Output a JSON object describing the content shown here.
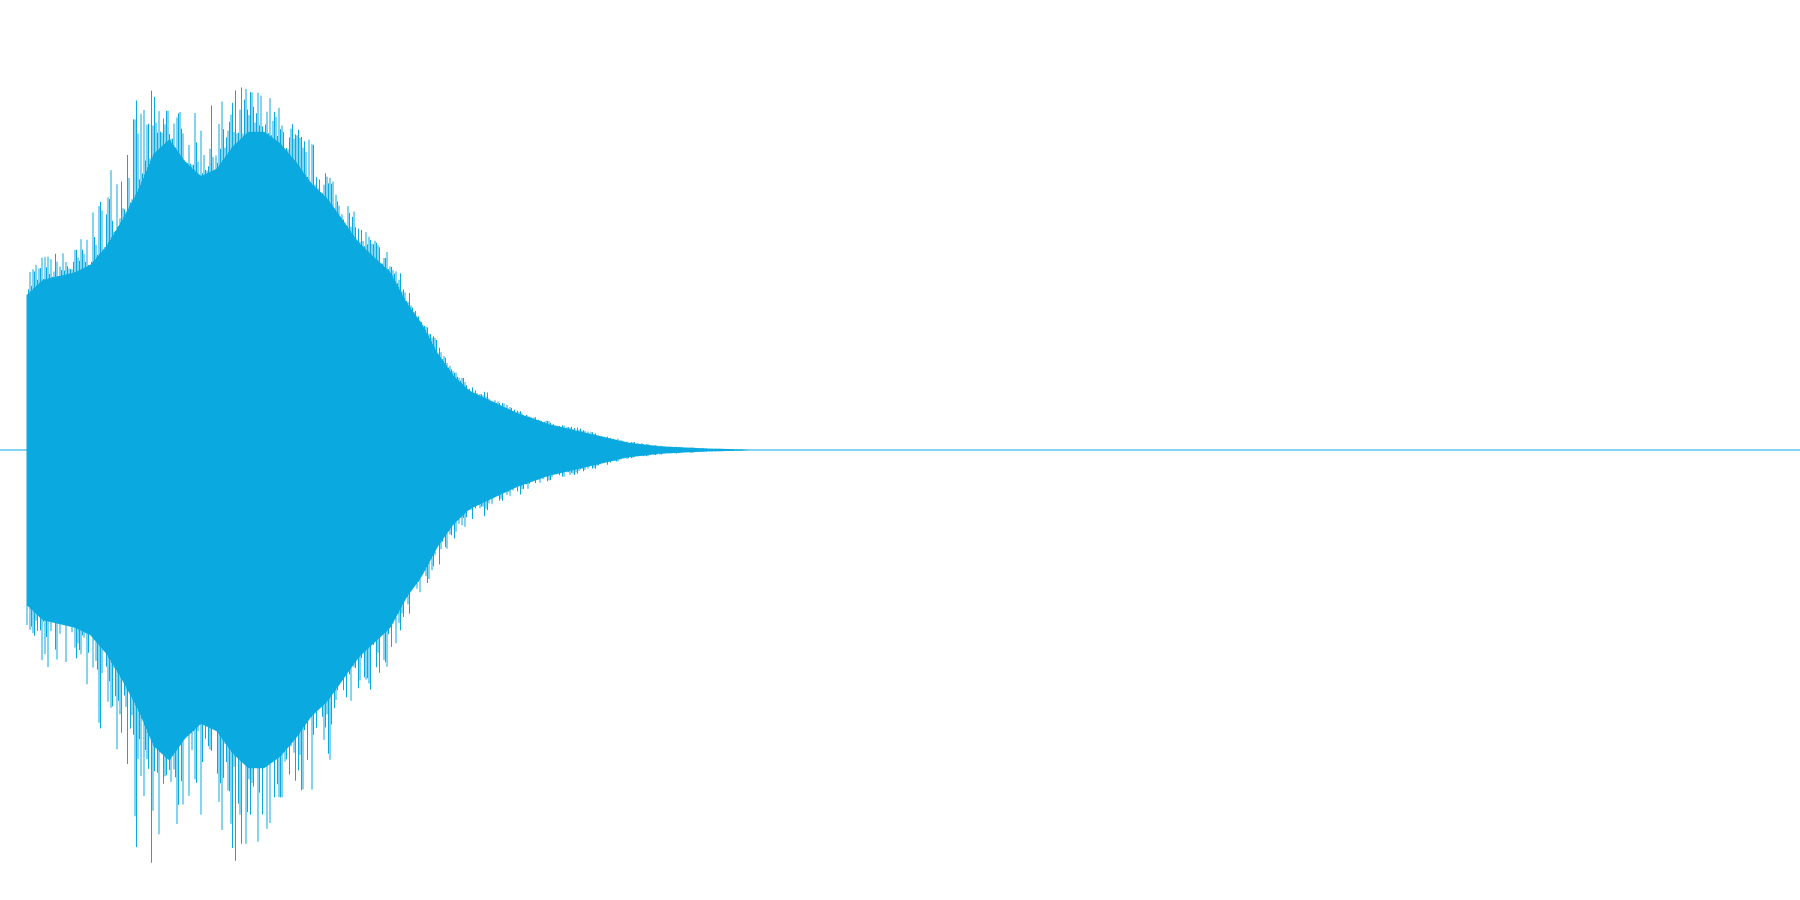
{
  "chart_data": {
    "type": "area",
    "color": "#0aaae1",
    "xlim": [
      0,
      1
    ],
    "ylim": [
      -1,
      1
    ],
    "baseline": 0,
    "series": [
      {
        "values": [
          0.42,
          0.46,
          0.47,
          0.48,
          0.5,
          0.55,
          0.62,
          0.7,
          0.8,
          0.84,
          0.78,
          0.74,
          0.76,
          0.82,
          0.86,
          0.86,
          0.83,
          0.78,
          0.72,
          0.68,
          0.62,
          0.56,
          0.52,
          0.48,
          0.4,
          0.34,
          0.26,
          0.2,
          0.16,
          0.14,
          0.12,
          0.1,
          0.085,
          0.07,
          0.06,
          0.05,
          0.04,
          0.03,
          0.02,
          0.015,
          0.01,
          0.008,
          0.006,
          0.004,
          0.003,
          0.002,
          0.001,
          0.0
        ],
        "peaks": [
          0.52,
          0.53,
          0.54,
          0.55,
          0.62,
          0.75,
          0.92,
          0.95,
          0.98,
          0.97,
          0.9,
          0.92,
          0.94,
          0.98,
          1.0,
          0.98,
          0.93,
          0.89,
          0.84,
          0.79,
          0.7,
          0.62,
          0.58,
          0.54,
          0.45,
          0.37,
          0.29,
          0.22,
          0.18,
          0.16,
          0.13,
          0.11,
          0.09,
          0.08,
          0.07,
          0.06,
          0.045,
          0.035,
          0.025,
          0.018,
          0.012,
          0.009,
          0.007,
          0.005,
          0.003,
          0.002,
          0.001,
          0.0
        ]
      }
    ]
  }
}
